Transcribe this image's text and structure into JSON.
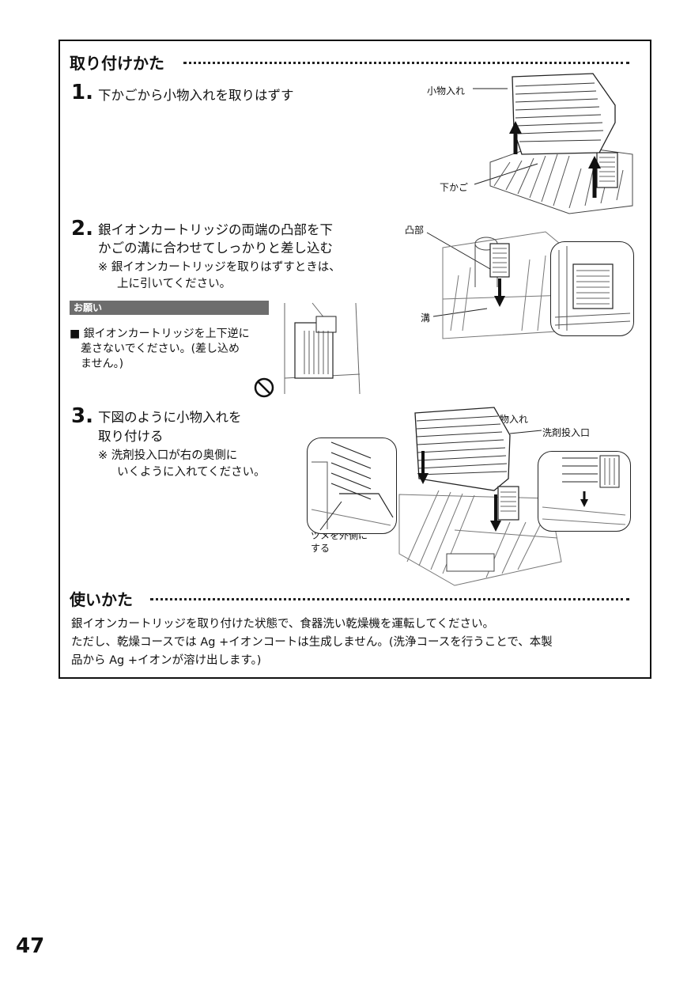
{
  "install": {
    "title": "取り付けかた",
    "step1": {
      "num": "1.",
      "text": "下かごから小物入れを取りはずす",
      "callout_box": "小物入れ",
      "callout_basket": "下かご"
    },
    "step2": {
      "num": "2.",
      "line1": "銀イオンカートリッジの両端の凸部を下",
      "line2": "かごの溝に合わせてしっかりと差し込む",
      "note_line1": "※ 銀イオンカートリッジを取りはずすときは、",
      "note_line2": "上に引いてください。",
      "callout_boss": "凸部",
      "callout_groove": "溝"
    },
    "warning": {
      "header": "お願い",
      "line1": "■ 銀イオンカートリッジを上下逆に",
      "line2": "差さないでください。(差し込め",
      "line3": "ません。)"
    },
    "step3": {
      "num": "3.",
      "line1": "下図のように小物入れを",
      "line2": "取り付ける",
      "note_line1": "※ 洗剤投入口が右の奥側に",
      "note_line2": "いくように入れてください。",
      "callout_box": "小物入れ",
      "callout_inlet": "洗剤投入口",
      "callout_claw_line1": "ツメを外側に",
      "callout_claw_line2": "する"
    }
  },
  "usage": {
    "title": "使いかた",
    "line1": "銀イオンカートリッジを取り付けた状態で、食器洗い乾燥機を運転してください。",
    "line2": "ただし、乾燥コースでは Ag +イオンコートは生成しません。(洗浄コースを行うことで、本製",
    "line3": "品から Ag +イオンが溶け出します。)"
  },
  "page_number": "47"
}
